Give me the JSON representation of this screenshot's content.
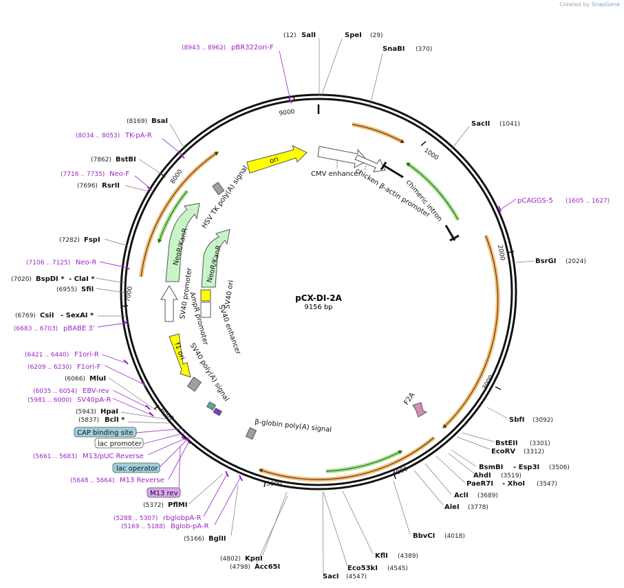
{
  "watermark": {
    "prefix": "Created by",
    "brand": "SnapGene"
  },
  "plasmid": {
    "name": "pCX-DI-2A",
    "length_label": "9156 bp"
  },
  "ticks": [
    "1000",
    "2000",
    "3000",
    "4000",
    "5000",
    "6000",
    "7000",
    "8000",
    "9000"
  ],
  "enzymes": [
    {
      "name": "SalI",
      "pos": "(12)"
    },
    {
      "name": "SpeI",
      "pos": "(29)"
    },
    {
      "name": "SnaBI",
      "pos": "(370)"
    },
    {
      "name": "SacII",
      "pos": "(1041)"
    },
    {
      "name": "BsrGI",
      "pos": "(2024)"
    },
    {
      "name": "SbfI",
      "pos": "(3092)"
    },
    {
      "name": "BstEII",
      "pos": "(3301)"
    },
    {
      "name": "EcoRV",
      "pos": "(3312)"
    },
    {
      "name": "BsmBI",
      "pos": "(3506)",
      "extra": "- Esp3I"
    },
    {
      "name": "AhdI",
      "pos": "(3519)"
    },
    {
      "name": "PaeR7I",
      "pos": "(3547)",
      "extra": "- XhoI"
    },
    {
      "name": "AclI",
      "pos": "(3689)"
    },
    {
      "name": "AleI",
      "pos": "(3778)"
    },
    {
      "name": "BbvCI",
      "pos": "(4018)"
    },
    {
      "name": "KflI",
      "pos": "(4389)"
    },
    {
      "name": "Eco53kI",
      "pos": "(4545)"
    },
    {
      "name": "SacI",
      "pos": "(4547)"
    },
    {
      "name": "KpnI",
      "pos": "(4802)"
    },
    {
      "name": "Acc65I",
      "pos": "(4798)"
    },
    {
      "name": "BglII",
      "pos": "(5166)"
    },
    {
      "name": "PflMI",
      "pos": "(5372)"
    },
    {
      "name": "BclI *",
      "pos": "(5837)"
    },
    {
      "name": "HpaI",
      "pos": "(5943)"
    },
    {
      "name": "MluI",
      "pos": "(6066)"
    },
    {
      "name": "CsiI",
      "pos": "(6769)",
      "extra": "- SexAI *"
    },
    {
      "name": "SfiI",
      "pos": "(6955)"
    },
    {
      "name": "BspDI *",
      "pos": "(7020)",
      "extra": "- ClaI *"
    },
    {
      "name": "FspI",
      "pos": "(7282)"
    },
    {
      "name": "RsrII",
      "pos": "(7696)"
    },
    {
      "name": "BstBI",
      "pos": "(7862)"
    },
    {
      "name": "BsaI",
      "pos": "(8169)"
    }
  ],
  "primers": [
    {
      "name": "pBR322ori-F",
      "range": "(8943 .. 8962)"
    },
    {
      "name": "pCAGGS-5",
      "range": "(1605 .. 1627)"
    },
    {
      "name": "TK-pA-R",
      "range": "(8034 .. 8053)"
    },
    {
      "name": "Neo-F",
      "range": "(7716 .. 7735)"
    },
    {
      "name": "Neo-R",
      "range": "(7106 .. 7125)"
    },
    {
      "name": "pBABE 3'",
      "range": "(6683 .. 6703)"
    },
    {
      "name": "F1ori-R",
      "range": "(6421 .. 6440)"
    },
    {
      "name": "F1ori-F",
      "range": "(6209 .. 6230)"
    },
    {
      "name": "EBV-rev",
      "range": "(6035 .. 6054)"
    },
    {
      "name": "SV40pA-R",
      "range": "(5981 .. 6000)"
    },
    {
      "name": "M13/pUC Reverse",
      "range": "(5661 .. 5683)"
    },
    {
      "name": "M13 Reverse",
      "range": "(5648 .. 5664)"
    },
    {
      "name": "rbglobpA-R",
      "range": "(5288 .. 5307)"
    },
    {
      "name": "Bglob-pA-R",
      "range": "(5169 .. 5188)"
    }
  ],
  "boxed_labels": [
    "CAP binding site",
    "lac promoter",
    "lac operator",
    "M13 rev"
  ],
  "features": {
    "cmv": "CMV enhancer",
    "chicken": "chicken β-actin promoter",
    "intron": "chimeric intron",
    "tkpa": "HSV TK poly(A) signal",
    "ori": "ori",
    "neo1": "NeoR/KanR",
    "neo2": "NeoR/KanR",
    "sv40p": "SV40 promoter",
    "ampp": "AmpR promoter",
    "sv40ori": "SV40 ori",
    "sv40enh": "SV40 enhancer",
    "f1": "f1 ori",
    "sv40pa": "SV40 poly(A) signal",
    "f2a": "F2A",
    "bglob": "β-globin poly(A) signal"
  },
  "colors": {
    "backbone": "#111111",
    "primer": "#9b22c6",
    "orf_orange": "#f3b15f",
    "orf_green": "#9ee08a",
    "neo_fill": "#c8f5c8",
    "ori_fill": "#ffff00",
    "box_teal": "#9fd0da",
    "box_violet": "#d9a6f0"
  }
}
